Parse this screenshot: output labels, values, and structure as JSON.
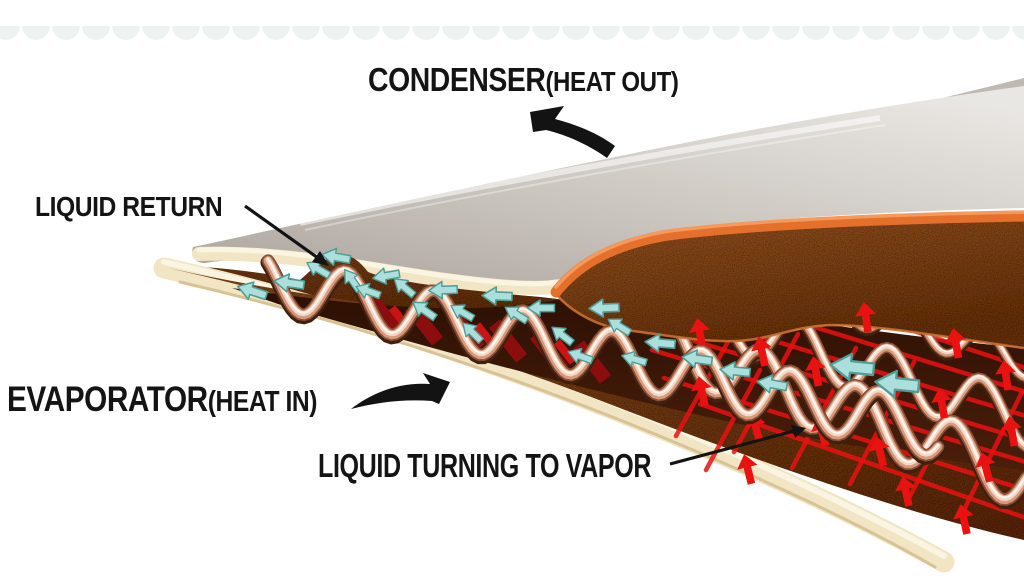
{
  "meta": {
    "title": "Heat pipe cross-section diagram"
  },
  "labels": {
    "condenser": {
      "main": "CONDENSER",
      "paren": "(HEAT OUT)"
    },
    "liquid_return": {
      "text": "LIQUID RETURN"
    },
    "evaporator": {
      "main": "EVAPORATOR",
      "paren": "(HEAT IN)"
    },
    "liquid_to_vapor": {
      "text": "LIQUID TURNING TO VAPOR"
    }
  },
  "colors": {
    "background": "#ffffff",
    "scallop": "#eef3f2",
    "plate_gray_dark": "#a49d96",
    "plate_gray": "#cbc5bf",
    "plate_gray_light": "#e9e7e3",
    "plate_rear": "#c0b9b2",
    "shell_orange": "#e4702c",
    "shell_orange_light": "#f59a5c",
    "shell_orange_dark": "#a84c16",
    "canopy_light": "#b4662c",
    "canopy_dark": "#7e3f16",
    "base_light": "#9a5526",
    "base_dark": "#6e3312",
    "strip_light": "#8a4a20",
    "strip_dark": "#6b3413",
    "cavity_light": "#4a1e0a",
    "cavity_dark": "#2c1004",
    "cream": "#f1e5c3",
    "cream_light": "#faf4e2",
    "cream_edge": "#d9c395",
    "copper_shadow": "#40200e",
    "copper_dark": "#8a5038",
    "copper_mid": "#d99a7c",
    "copper_light": "#f3d8c8",
    "copper_spec": "#fff6ee",
    "liquid_cyan": "#aadfdb",
    "liquid_cyan_edge": "#4e9e97",
    "vapor_red": "#ea1111",
    "vapor_red_dark": "#8c0d0d",
    "vapor_red_bright": "#d31414",
    "label_ink": "#141414"
  }
}
